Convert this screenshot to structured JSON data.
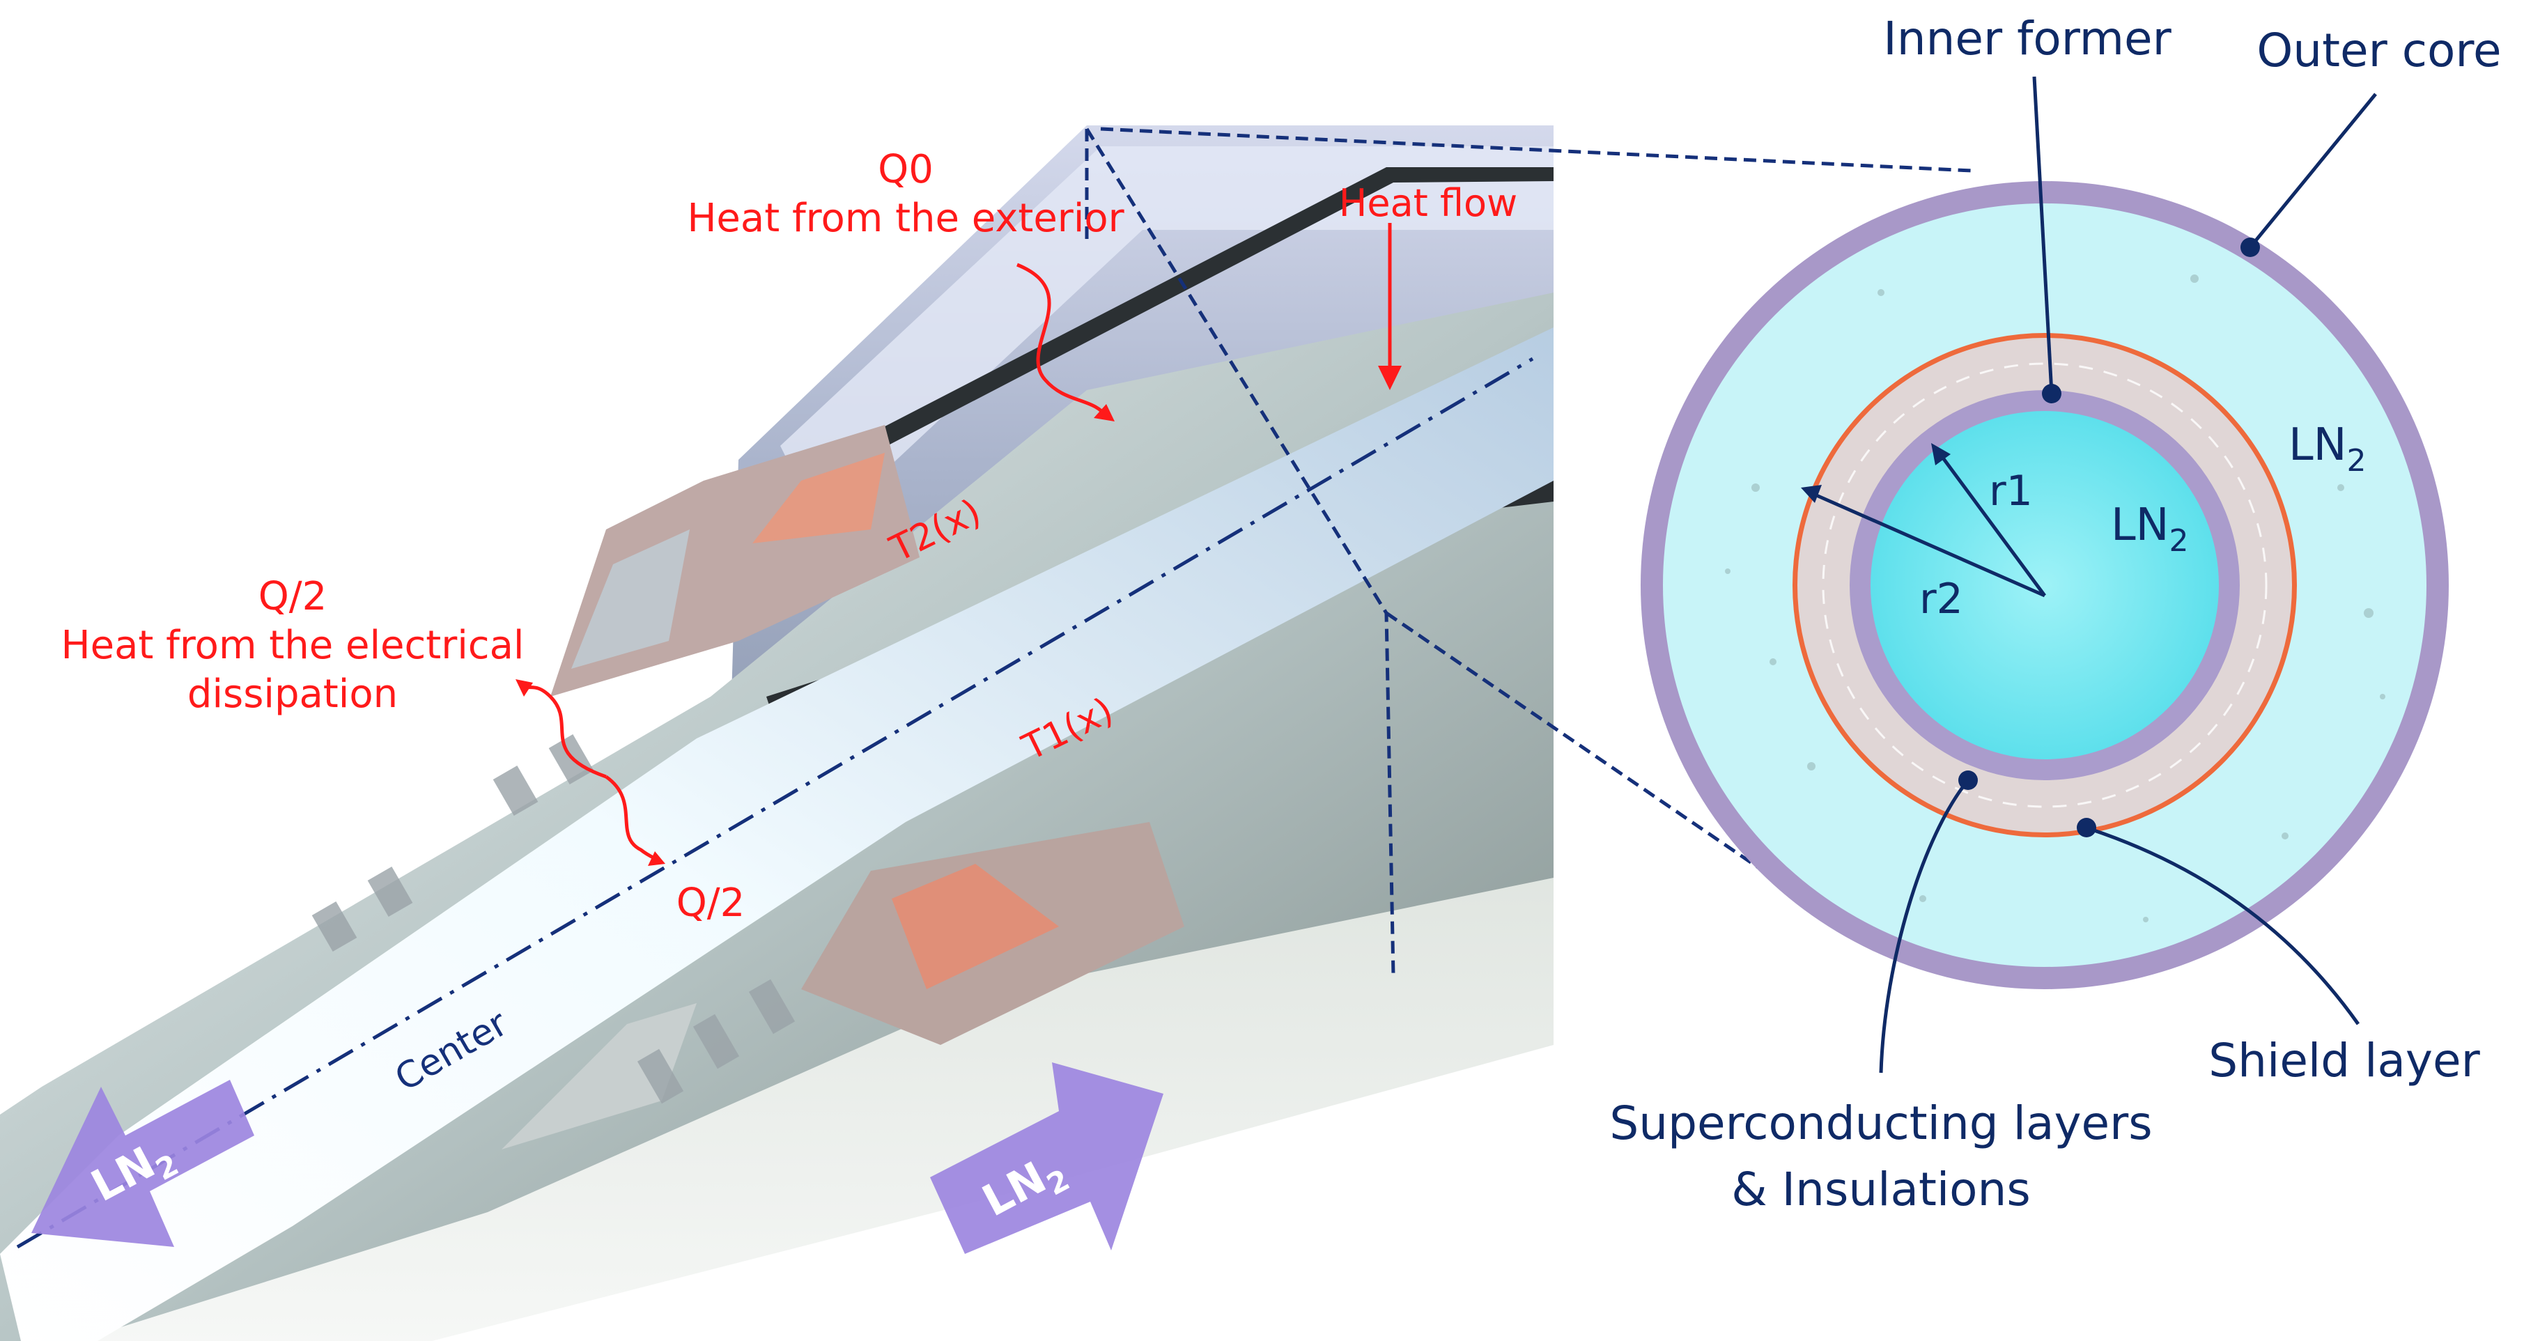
{
  "labels": {
    "q0": "Q0",
    "heat_exterior": "Heat from the exterior",
    "heat_flow": "Heat flow",
    "t2": "T2(x)",
    "t1": "T1(x)",
    "q_half_top": "Q/2",
    "heat_electrical_1": "Heat from the electrical",
    "heat_electrical_2": "dissipation",
    "q_half_bottom": "Q/2",
    "center": "Center",
    "ln2_left": "LN",
    "ln2_left_sub": "2",
    "ln2_right": "LN",
    "ln2_right_sub": "2"
  },
  "cross_section": {
    "inner_former": "Inner former",
    "outer_core": "Outer core",
    "ln2_outer": "LN",
    "ln2_outer_sub": "2",
    "ln2_inner": "LN",
    "ln2_inner_sub": "2",
    "r1": "r1",
    "r2": "r2",
    "superconducting_1": "Superconducting layers",
    "superconducting_2": "& Insulations",
    "shield_layer": "Shield layer"
  },
  "colors": {
    "annotation_red": "#ff1a1a",
    "label_navy": "#0f2a66",
    "outer_core_purple": "#a898c8",
    "ln2_cyan": "#c8f4f8",
    "inner_ln2_cyan": "#6fe6f0",
    "shield_orange": "#ee6a3c",
    "arrow_purple": "#9c85e0"
  }
}
